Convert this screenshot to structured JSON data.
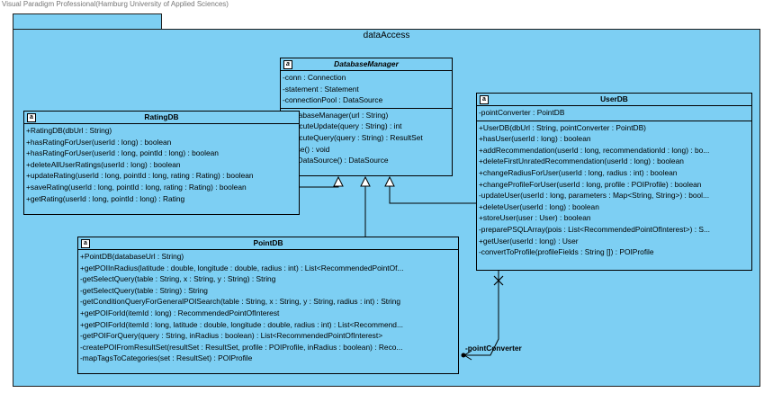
{
  "watermark": "Visual Paradigm Professional(Hamburg University of Applied Sciences)",
  "package": {
    "name": "dataAccess"
  },
  "classes": {
    "database_manager": {
      "name": "DatabaseManager",
      "attributes": [
        "-conn : Connection",
        "-statement : Statement",
        "-connectionPool : DataSource"
      ],
      "operations": [
        "#DatabaseManager(url : String)",
        "+executeUpdate(query : String) : int",
        "+executeQuery(query : String) : ResultSet",
        "+close() : void",
        "+getDataSource() : DataSource"
      ]
    },
    "rating_db": {
      "name": "RatingDB",
      "operations": [
        "+RatingDB(dbUrl : String)",
        "+hasRatingForUser(userId : long) : boolean",
        "+hasRatingForUser(userId : long, pointId : long) : boolean",
        "+deleteAllUserRatings(userId : long) : boolean",
        "+updateRating(userId : long, pointId : long, rating : Rating) : boolean",
        "+saveRating(userId : long, pointId : long, rating : Rating) : boolean",
        "+getRating(userId : long, pointId : long) : Rating"
      ]
    },
    "user_db": {
      "name": "UserDB",
      "attributes": [
        "-pointConverter : PointDB"
      ],
      "operations": [
        "+UserDB(dbUrl : String, pointConverter : PointDB)",
        "+hasUser(userId : long) : boolean",
        "+addRecommendation(userId : long, recommendationId : long) : bo...",
        "+deleteFirstUnratedRecommendation(userId : long) : boolean",
        "+changeRadiusForUser(userId : long, radius : int) : boolean",
        "+changeProfileForUser(userId : long, profile : POIProfile) : boolean",
        "-updateUser(userId : long, parameters : Map<String, String>) : bool...",
        "+deleteUser(userId : long) : boolean",
        "+storeUser(user : User) : boolean",
        "-preparePSQLArray(pois : List<RecommendedPointOfInterest>) : S...",
        "+getUser(userId : long) : User",
        "-convertToProfile(profileFields : String []) : POIProfile"
      ]
    },
    "point_db": {
      "name": "PointDB",
      "operations": [
        "+PointDB(databaseUrl : String)",
        "+getPOIInRadius(latitude : double, longitude : double, radius : int) : List<RecommendedPointOf...",
        "-getSelectQuery(table : String, x : String, y : String) : String",
        "-getSelectQuery(table : String) : String",
        "-getConditionQueryForGeneralPOISearch(table : String, x : String, y : String, radius : int) : String",
        "+getPOIForId(itemId : long) : RecommendedPointOfInterest",
        "+getPOIForId(itemId : long, latitude : double, longitude : double, radius : int) : List<Recommend...",
        "-getPOIForQuery(query : String, inRadius : boolean) : List<RecommendedPointOfInterest>",
        "-createPOIFromResultSet(resultSet : ResultSet, profile : POIProfile, inRadius : boolean) : Reco...",
        "-mapTagsToCategories(set : ResultSet) : POIProfile"
      ]
    }
  },
  "association": {
    "role_label": "-pointConverter"
  },
  "colors": {
    "class_fill": "#7dcff3",
    "line": "#000000",
    "background": "#ffffff"
  },
  "icons": {
    "class_icon": "class-icon"
  }
}
